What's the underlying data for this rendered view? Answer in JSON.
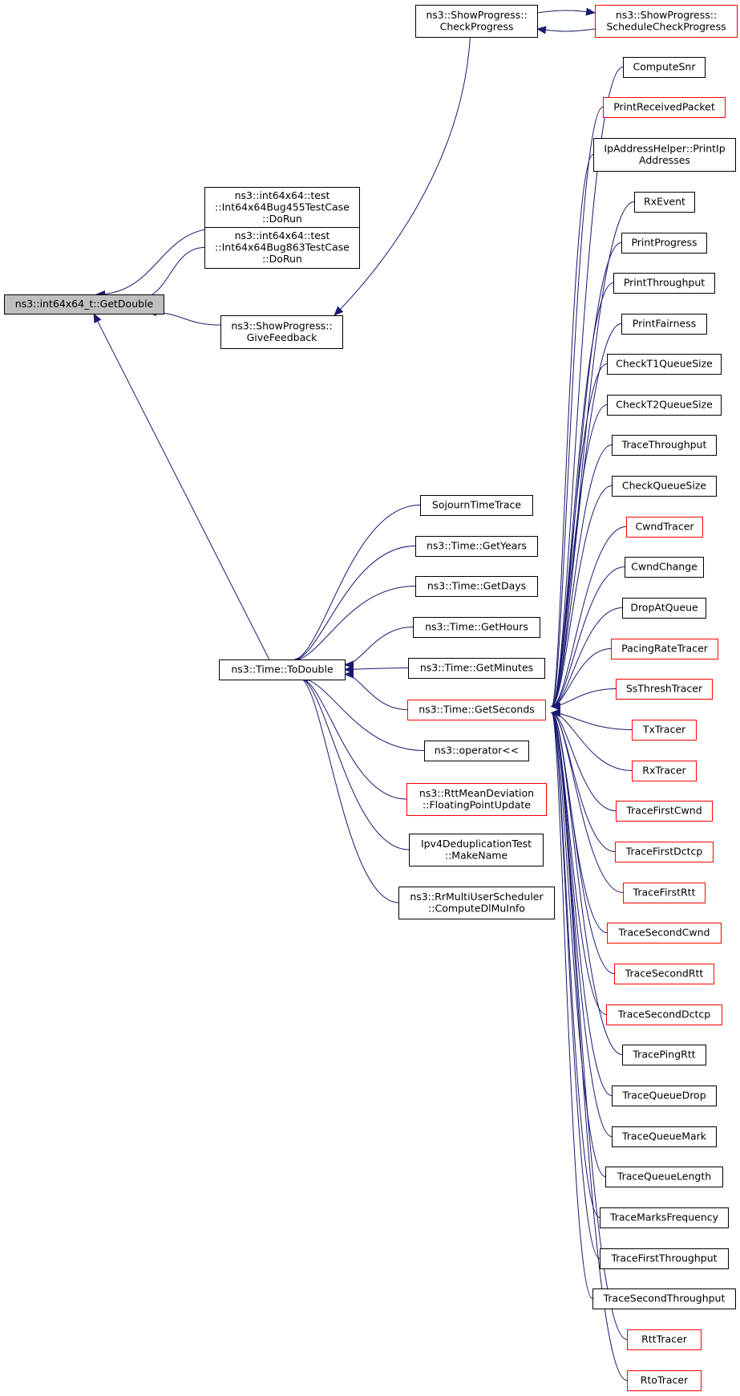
{
  "diagram": {
    "colors": {
      "edge": "#191970",
      "border_normal": "#000000",
      "border_red": "#ff0000",
      "focus_fill": "#bfbfbf",
      "node_fill": "#ffffff",
      "text": "#000000"
    },
    "nodes": [
      {
        "id": "getdouble",
        "lines": [
          "ns3::int64x64_t::GetDouble"
        ],
        "style": "focus"
      },
      {
        "id": "bug455",
        "lines": [
          "ns3::int64x64::test",
          "::Int64x64Bug455TestCase",
          "::DoRun"
        ],
        "style": "normal"
      },
      {
        "id": "bug863",
        "lines": [
          "ns3::int64x64::test",
          "::Int64x64Bug863TestCase",
          "::DoRun"
        ],
        "style": "normal"
      },
      {
        "id": "givefeedback",
        "lines": [
          "ns3::ShowProgress::",
          "GiveFeedback"
        ],
        "style": "normal"
      },
      {
        "id": "checkprogress",
        "lines": [
          "ns3::ShowProgress::",
          "CheckProgress"
        ],
        "style": "normal"
      },
      {
        "id": "schedulecheck",
        "lines": [
          "ns3::ShowProgress::",
          "ScheduleCheckProgress"
        ],
        "style": "red"
      },
      {
        "id": "todouble",
        "lines": [
          "ns3::Time::ToDouble"
        ],
        "style": "normal"
      },
      {
        "id": "sojourn",
        "lines": [
          "SojournTimeTrace"
        ],
        "style": "normal"
      },
      {
        "id": "getyears",
        "lines": [
          "ns3::Time::GetYears"
        ],
        "style": "normal"
      },
      {
        "id": "getdays",
        "lines": [
          "ns3::Time::GetDays"
        ],
        "style": "normal"
      },
      {
        "id": "gethours",
        "lines": [
          "ns3::Time::GetHours"
        ],
        "style": "normal"
      },
      {
        "id": "getminutes",
        "lines": [
          "ns3::Time::GetMinutes"
        ],
        "style": "normal"
      },
      {
        "id": "getseconds",
        "lines": [
          "ns3::Time::GetSeconds"
        ],
        "style": "red"
      },
      {
        "id": "operatorlt",
        "lines": [
          "ns3::operator<<"
        ],
        "style": "normal"
      },
      {
        "id": "rttmean",
        "lines": [
          "ns3::RttMeanDeviation",
          "::FloatingPointUpdate"
        ],
        "style": "red"
      },
      {
        "id": "ipv4dedup",
        "lines": [
          "Ipv4DeduplicationTest",
          "::MakeName"
        ],
        "style": "normal"
      },
      {
        "id": "rrmulti",
        "lines": [
          "ns3::RrMultiUserScheduler",
          "::ComputeDlMuInfo"
        ],
        "style": "normal"
      },
      {
        "id": "computesnr",
        "lines": [
          "ComputeSnr"
        ],
        "style": "normal"
      },
      {
        "id": "printreceived",
        "lines": [
          "PrintReceivedPacket"
        ],
        "style": "red"
      },
      {
        "id": "ipaddrhelper",
        "lines": [
          "IpAddressHelper::PrintIp",
          "Addresses"
        ],
        "style": "normal"
      },
      {
        "id": "rxevent",
        "lines": [
          "RxEvent"
        ],
        "style": "normal"
      },
      {
        "id": "printprogress",
        "lines": [
          "PrintProgress"
        ],
        "style": "normal"
      },
      {
        "id": "printthroughput",
        "lines": [
          "PrintThroughput"
        ],
        "style": "normal"
      },
      {
        "id": "printfairness",
        "lines": [
          "PrintFairness"
        ],
        "style": "normal"
      },
      {
        "id": "checkt1",
        "lines": [
          "CheckT1QueueSize"
        ],
        "style": "normal"
      },
      {
        "id": "checkt2",
        "lines": [
          "CheckT2QueueSize"
        ],
        "style": "normal"
      },
      {
        "id": "tracethroughput",
        "lines": [
          "TraceThroughput"
        ],
        "style": "normal"
      },
      {
        "id": "checkqueuesize",
        "lines": [
          "CheckQueueSize"
        ],
        "style": "normal"
      },
      {
        "id": "cwndtracer",
        "lines": [
          "CwndTracer"
        ],
        "style": "red"
      },
      {
        "id": "cwndchange",
        "lines": [
          "CwndChange"
        ],
        "style": "normal"
      },
      {
        "id": "dropatqueue",
        "lines": [
          "DropAtQueue"
        ],
        "style": "normal"
      },
      {
        "id": "pacingrate",
        "lines": [
          "PacingRateTracer"
        ],
        "style": "red"
      },
      {
        "id": "ssthresh",
        "lines": [
          "SsThreshTracer"
        ],
        "style": "red"
      },
      {
        "id": "txtracer",
        "lines": [
          "TxTracer"
        ],
        "style": "red"
      },
      {
        "id": "rxtracer",
        "lines": [
          "RxTracer"
        ],
        "style": "red"
      },
      {
        "id": "tracefirstcwnd",
        "lines": [
          "TraceFirstCwnd"
        ],
        "style": "red"
      },
      {
        "id": "tracefirstdctcp",
        "lines": [
          "TraceFirstDctcp"
        ],
        "style": "red"
      },
      {
        "id": "tracefirstrtt",
        "lines": [
          "TraceFirstRtt"
        ],
        "style": "red"
      },
      {
        "id": "tracesecondcwnd",
        "lines": [
          "TraceSecondCwnd"
        ],
        "style": "red"
      },
      {
        "id": "tracesecondrtt",
        "lines": [
          "TraceSecondRtt"
        ],
        "style": "red"
      },
      {
        "id": "traceseconddctcp",
        "lines": [
          "TraceSecondDctcp"
        ],
        "style": "red"
      },
      {
        "id": "tracepingrtt",
        "lines": [
          "TracePingRtt"
        ],
        "style": "normal"
      },
      {
        "id": "tracequeuedrop",
        "lines": [
          "TraceQueueDrop"
        ],
        "style": "normal"
      },
      {
        "id": "tracequeuemark",
        "lines": [
          "TraceQueueMark"
        ],
        "style": "normal"
      },
      {
        "id": "tracequeuelength",
        "lines": [
          "TraceQueueLength"
        ],
        "style": "normal"
      },
      {
        "id": "tracemarksfreq",
        "lines": [
          "TraceMarksFrequency"
        ],
        "style": "normal"
      },
      {
        "id": "tracefirstthroughput",
        "lines": [
          "TraceFirstThroughput"
        ],
        "style": "normal"
      },
      {
        "id": "tracesecondthroughput",
        "lines": [
          "TraceSecondThroughput"
        ],
        "style": "normal"
      },
      {
        "id": "rtttracer",
        "lines": [
          "RttTracer"
        ],
        "style": "red"
      },
      {
        "id": "rtotracer",
        "lines": [
          "RtoTracer"
        ],
        "style": "red"
      }
    ],
    "edges": [
      {
        "from": "bug455",
        "to": "getdouble"
      },
      {
        "from": "bug863",
        "to": "getdouble"
      },
      {
        "from": "givefeedback",
        "to": "getdouble"
      },
      {
        "from": "todouble",
        "to": "getdouble"
      },
      {
        "from": "checkprogress",
        "to": "givefeedback"
      },
      {
        "from": "schedulecheck",
        "to": "checkprogress"
      },
      {
        "from": "checkprogress",
        "to": "schedulecheck"
      },
      {
        "from": "sojourn",
        "to": "todouble"
      },
      {
        "from": "getyears",
        "to": "todouble"
      },
      {
        "from": "getdays",
        "to": "todouble"
      },
      {
        "from": "gethours",
        "to": "todouble"
      },
      {
        "from": "getminutes",
        "to": "todouble"
      },
      {
        "from": "getseconds",
        "to": "todouble"
      },
      {
        "from": "operatorlt",
        "to": "todouble"
      },
      {
        "from": "rttmean",
        "to": "todouble"
      },
      {
        "from": "ipv4dedup",
        "to": "todouble"
      },
      {
        "from": "rrmulti",
        "to": "todouble"
      },
      {
        "from": "computesnr",
        "to": "getseconds"
      },
      {
        "from": "printreceived",
        "to": "getseconds"
      },
      {
        "from": "ipaddrhelper",
        "to": "getseconds"
      },
      {
        "from": "rxevent",
        "to": "getseconds"
      },
      {
        "from": "printprogress",
        "to": "getseconds"
      },
      {
        "from": "printthroughput",
        "to": "getseconds"
      },
      {
        "from": "printfairness",
        "to": "getseconds"
      },
      {
        "from": "checkt1",
        "to": "getseconds"
      },
      {
        "from": "checkt2",
        "to": "getseconds"
      },
      {
        "from": "tracethroughput",
        "to": "getseconds"
      },
      {
        "from": "checkqueuesize",
        "to": "getseconds"
      },
      {
        "from": "cwndtracer",
        "to": "getseconds"
      },
      {
        "from": "cwndchange",
        "to": "getseconds"
      },
      {
        "from": "dropatqueue",
        "to": "getseconds"
      },
      {
        "from": "pacingrate",
        "to": "getseconds"
      },
      {
        "from": "ssthresh",
        "to": "getseconds"
      },
      {
        "from": "txtracer",
        "to": "getseconds"
      },
      {
        "from": "rxtracer",
        "to": "getseconds"
      },
      {
        "from": "tracefirstcwnd",
        "to": "getseconds"
      },
      {
        "from": "tracefirstdctcp",
        "to": "getseconds"
      },
      {
        "from": "tracefirstrtt",
        "to": "getseconds"
      },
      {
        "from": "tracesecondcwnd",
        "to": "getseconds"
      },
      {
        "from": "tracesecondrtt",
        "to": "getseconds"
      },
      {
        "from": "traceseconddctcp",
        "to": "getseconds"
      },
      {
        "from": "tracepingrtt",
        "to": "getseconds"
      },
      {
        "from": "tracequeuedrop",
        "to": "getseconds"
      },
      {
        "from": "tracequeuemark",
        "to": "getseconds"
      },
      {
        "from": "tracequeuelength",
        "to": "getseconds"
      },
      {
        "from": "tracemarksfreq",
        "to": "getseconds"
      },
      {
        "from": "tracefirstthroughput",
        "to": "getseconds"
      },
      {
        "from": "tracesecondthroughput",
        "to": "getseconds"
      },
      {
        "from": "rtttracer",
        "to": "getseconds"
      },
      {
        "from": "rtotracer",
        "to": "getseconds"
      }
    ]
  }
}
